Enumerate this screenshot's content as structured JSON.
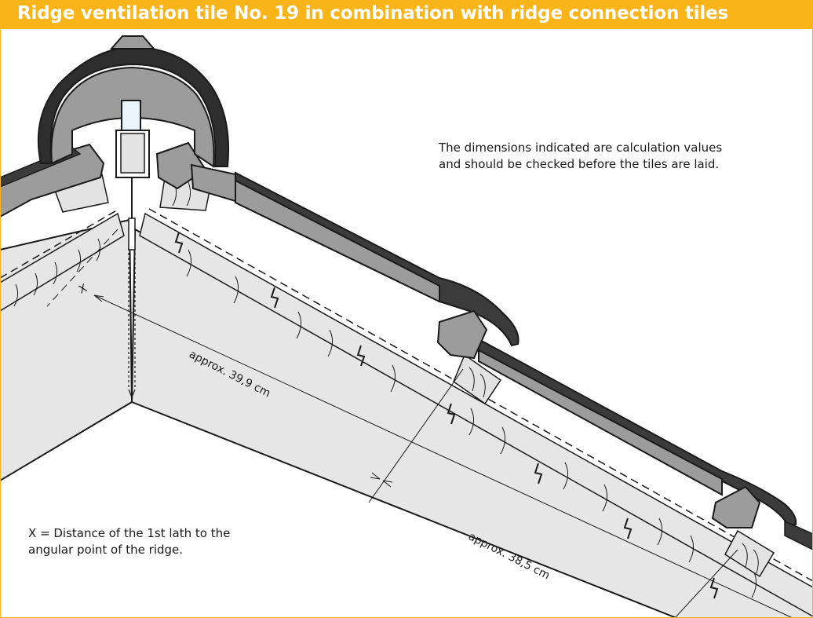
{
  "title": "Ridge ventilation tile No. 19 in combination with ridge connection tiles",
  "notes": {
    "calculation_line_1": "The dimensions indicated are calculation values",
    "calculation_line_2": "and should be checked before the tiles are laid.",
    "distance_line_1": "X = Distance of the 1st lath to the",
    "distance_line_2": "angular point of the ridge."
  },
  "labels": {
    "x_marker": "X",
    "dim_first": "approx. 39,9 cm",
    "dim_second": "approx. 38,5 cm"
  },
  "colors": {
    "title_bar": "#f8b418",
    "tile_dark": "#3b3b3b",
    "tile_grey": "#9c9c9c",
    "timber": "#e3e3e3",
    "roof_fill": "#e6e6e6"
  }
}
